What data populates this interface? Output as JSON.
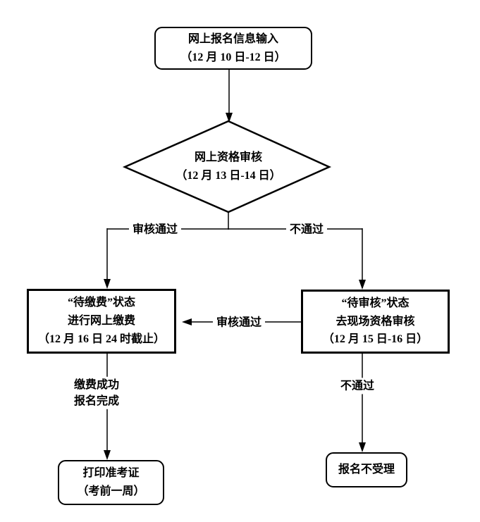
{
  "flowchart": {
    "nodes": {
      "start": {
        "lines": [
          "网上报名信息输入",
          "（12 月 10 日-12 日）"
        ]
      },
      "review": {
        "lines": [
          "网上资格审核",
          "（12 月 13 日-14 日）"
        ]
      },
      "pay": {
        "lines": [
          "“待缴费”状态",
          "进行网上缴费",
          "（12 月 16 日 24 时截止）"
        ]
      },
      "onsite": {
        "lines": [
          "“待审核”状态",
          "去现场资格审核",
          "（12 月 15 日-16 日）"
        ]
      },
      "print": {
        "lines": [
          "打印准考证",
          "（考前一周）"
        ]
      },
      "reject": {
        "lines": [
          "报名不受理"
        ]
      }
    },
    "edge_labels": {
      "review_pass": "审核通过",
      "review_fail": "不通过",
      "onsite_pass": "审核通过",
      "pay_done": [
        "缴费成功",
        "报名完成"
      ],
      "onsite_fail": "不通过"
    },
    "colors": {
      "line": "#000000",
      "text": "#000000",
      "background": "#ffffff"
    }
  }
}
